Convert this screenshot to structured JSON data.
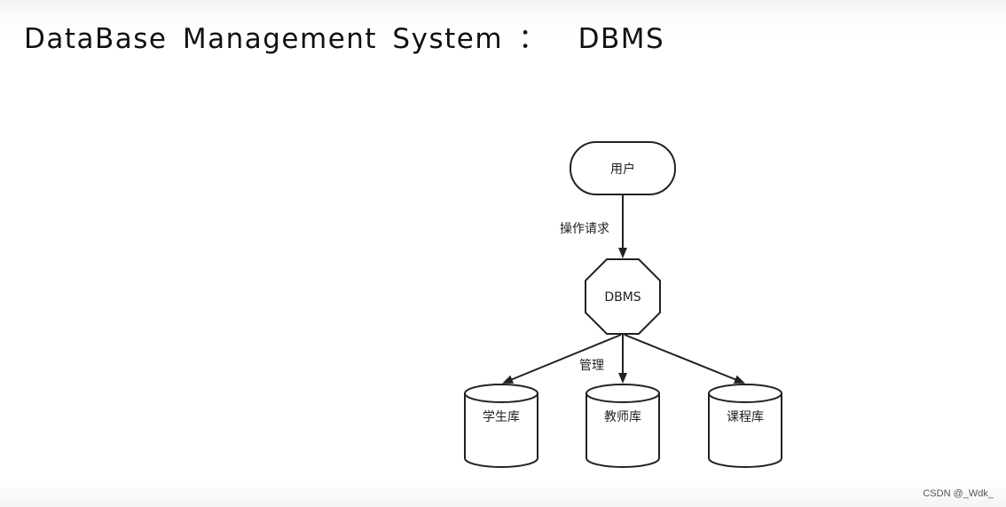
{
  "slide": {
    "title": "DataBase Management System ：  DBMS"
  },
  "diagram": {
    "nodes": {
      "user": "用户",
      "dbms": "DBMS",
      "db_students": "学生库",
      "db_teachers": "教师库",
      "db_courses": "课程库"
    },
    "edges": {
      "request_label": "操作请求",
      "manage_label": "管理"
    }
  },
  "watermark": "CSDN @_Wdk_"
}
